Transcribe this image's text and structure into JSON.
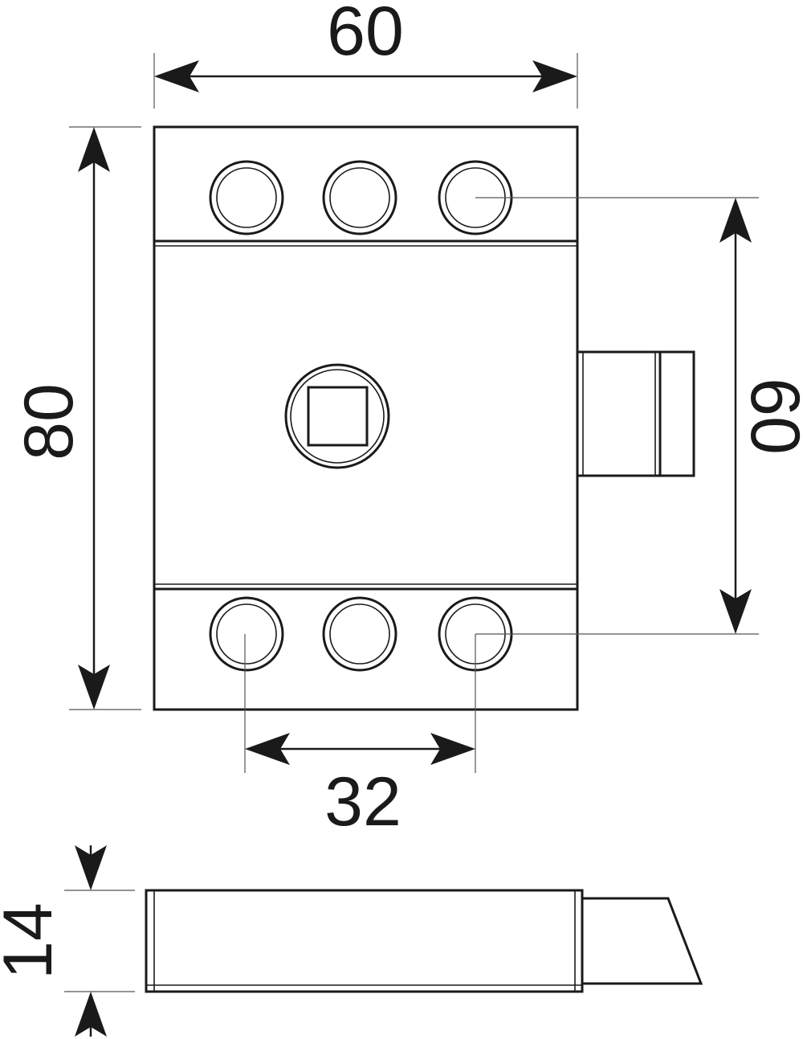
{
  "colors": {
    "line": "#1a1a1a",
    "background": "#ffffff"
  },
  "dimensions": {
    "top_width": "60",
    "overall_height": "80",
    "hole_spacing_vertical": "60",
    "hole_spacing_horizontal": "32",
    "thickness": "14"
  }
}
